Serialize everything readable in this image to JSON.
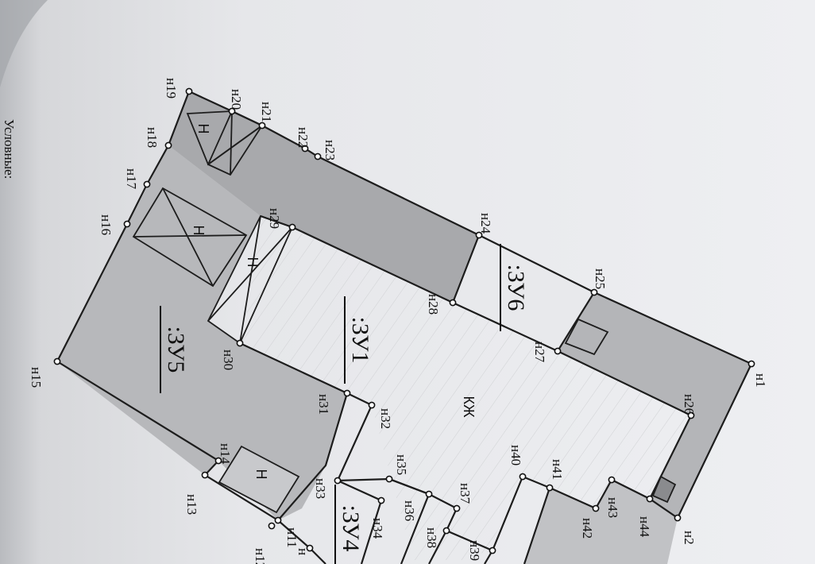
{
  "points": [
    {
      "id": "p1",
      "label": "н1"
    },
    {
      "id": "p2",
      "label": "н2"
    },
    {
      "id": "p11",
      "label": "н11"
    },
    {
      "id": "p12",
      "label": "н12"
    },
    {
      "id": "p13",
      "label": "н13"
    },
    {
      "id": "p14",
      "label": "н14"
    },
    {
      "id": "p15",
      "label": "н15"
    },
    {
      "id": "p16",
      "label": "н16"
    },
    {
      "id": "p17",
      "label": "н17"
    },
    {
      "id": "p18",
      "label": "н18"
    },
    {
      "id": "p19",
      "label": "н19"
    },
    {
      "id": "p20",
      "label": "н20"
    },
    {
      "id": "p21",
      "label": "н21"
    },
    {
      "id": "p22",
      "label": "н22"
    },
    {
      "id": "p23",
      "label": "н23"
    },
    {
      "id": "p24",
      "label": "н24"
    },
    {
      "id": "p25",
      "label": "н25"
    },
    {
      "id": "p26",
      "label": "н26"
    },
    {
      "id": "p27",
      "label": "н27"
    },
    {
      "id": "p28",
      "label": "н28"
    },
    {
      "id": "p29",
      "label": "н29"
    },
    {
      "id": "p30",
      "label": "н30"
    },
    {
      "id": "p31",
      "label": "н31"
    },
    {
      "id": "p32",
      "label": "н32"
    },
    {
      "id": "p33",
      "label": "н33"
    },
    {
      "id": "p34",
      "label": "н34"
    },
    {
      "id": "p35",
      "label": "н35"
    },
    {
      "id": "p36",
      "label": "н36"
    },
    {
      "id": "p37",
      "label": "н37"
    },
    {
      "id": "p38",
      "label": "н38"
    },
    {
      "id": "p39",
      "label": "н39"
    },
    {
      "id": "p40",
      "label": "н40"
    },
    {
      "id": "p41",
      "label": "н41"
    },
    {
      "id": "p42",
      "label": "н42"
    },
    {
      "id": "p43",
      "label": "н43"
    },
    {
      "id": "p44",
      "label": "н44"
    },
    {
      "id": "p45",
      "label": "н"
    }
  ],
  "zones": {
    "zu1": ":ЗУ1",
    "zu4": ":ЗУ4",
    "zu5": ":ЗУ5",
    "zu6": ":ЗУ6",
    "kzh": "КЖ"
  },
  "buildings": {
    "b1": "Н",
    "b2": "Н",
    "b3": "Н",
    "b4": "Н"
  },
  "margin_text": "Условные:",
  "colors": {
    "paper": "#ebecef",
    "shade": "#b9babd",
    "shade_dark": "#a9aaad",
    "line": "#1d1d1d"
  }
}
